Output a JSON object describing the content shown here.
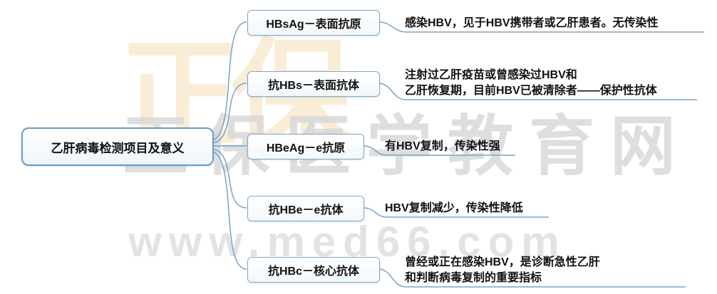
{
  "root": {
    "label": "乙肝病毒检测项目及意义"
  },
  "branches": [
    {
      "label": "HBsAg－表面抗原",
      "desc_lines": [
        "感染HBV，见于HBV携带者或乙肝患者。无传染性"
      ]
    },
    {
      "label": "抗HBs－表面抗体",
      "desc_lines": [
        "注射过乙肝疫苗或曾感染过HBV和",
        "乙肝恢复期，目前HBV已被清除者——保护性抗体"
      ]
    },
    {
      "label": "HBeAg－e抗原",
      "desc_lines": [
        "有HBV复制，传染性强"
      ]
    },
    {
      "label": "抗HBe－e抗体",
      "desc_lines": [
        "HBV复制减少，传染性降低"
      ]
    },
    {
      "label": "抗HBc－核心抗体",
      "desc_lines": [
        "曾经或正在感染HBV，是诊断急性乙肝",
        "和判断病毒复制的重要指标"
      ]
    }
  ],
  "watermark": {
    "logo_text": "正保",
    "brand": "正保医学教育网",
    "url": "www.med66.com"
  },
  "colors": {
    "line": "#7aa3c4",
    "box_border": "#7fa8c8",
    "text": "#111111",
    "watermark_gray": "#d7d7d7",
    "watermark_yellow": "#f2cd8c"
  }
}
